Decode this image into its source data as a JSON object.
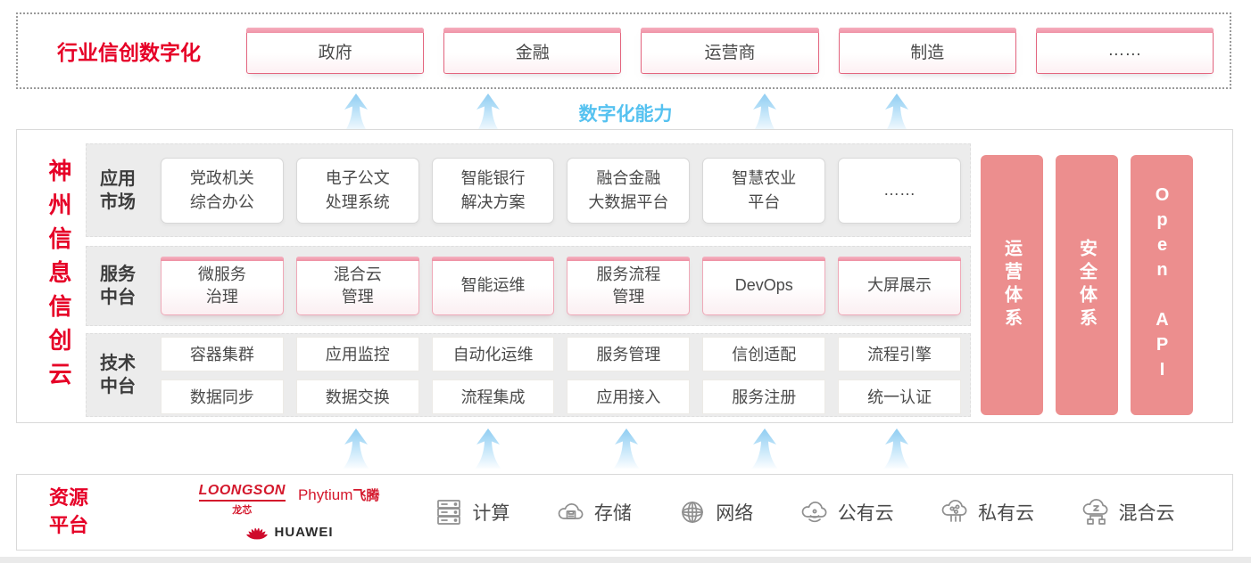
{
  "colors": {
    "accent_red": "#e60027",
    "capability_blue": "#56c2f0",
    "side_bar_pink": "#ec8e8e",
    "box_border_pink": "#e3657e",
    "vendor_red": "#d4182c"
  },
  "top_band": {
    "label": "行业信创数字化",
    "industries": [
      "政府",
      "金融",
      "运营商",
      "制造",
      "……"
    ]
  },
  "capability_label": "数字化能力",
  "platform": {
    "title": "神州信息信创云",
    "app_row": {
      "label": "应用\n市场",
      "items": [
        "党政机关\n综合办公",
        "电子公文\n处理系统",
        "智能银行\n解决方案",
        "融合金融\n大数据平台",
        "智慧农业\n平台",
        "……"
      ]
    },
    "service_row": {
      "label": "服务\n中台",
      "items": [
        "微服务\n治理",
        "混合云\n管理",
        "智能运维",
        "服务流程\n管理",
        "DevOps",
        "大屏展示"
      ]
    },
    "tech_row": {
      "label": "技术\n中台",
      "items_top": [
        "容器集群",
        "应用监控",
        "自动化运维",
        "服务管理",
        "信创适配",
        "流程引擎"
      ],
      "items_bottom": [
        "数据同步",
        "数据交换",
        "流程集成",
        "应用接入",
        "服务注册",
        "统一认证"
      ]
    },
    "side_bars": [
      "运营体系",
      "安全体系",
      "Open API"
    ]
  },
  "resources": {
    "label": "资源\n平台",
    "vendors": {
      "loongson": "LOONGSON",
      "loongson_cn": "龙芯",
      "phytium": "Phytium",
      "phytium_cn": "飞腾",
      "huawei": "HUAWEI"
    },
    "items": [
      {
        "icon": "compute-icon",
        "label": "计算"
      },
      {
        "icon": "storage-icon",
        "label": "存储"
      },
      {
        "icon": "network-icon",
        "label": "网络"
      },
      {
        "icon": "public-cloud-icon",
        "label": "公有云"
      },
      {
        "icon": "private-cloud-icon",
        "label": "私有云"
      },
      {
        "icon": "hybrid-cloud-icon",
        "label": "混合云"
      }
    ]
  }
}
